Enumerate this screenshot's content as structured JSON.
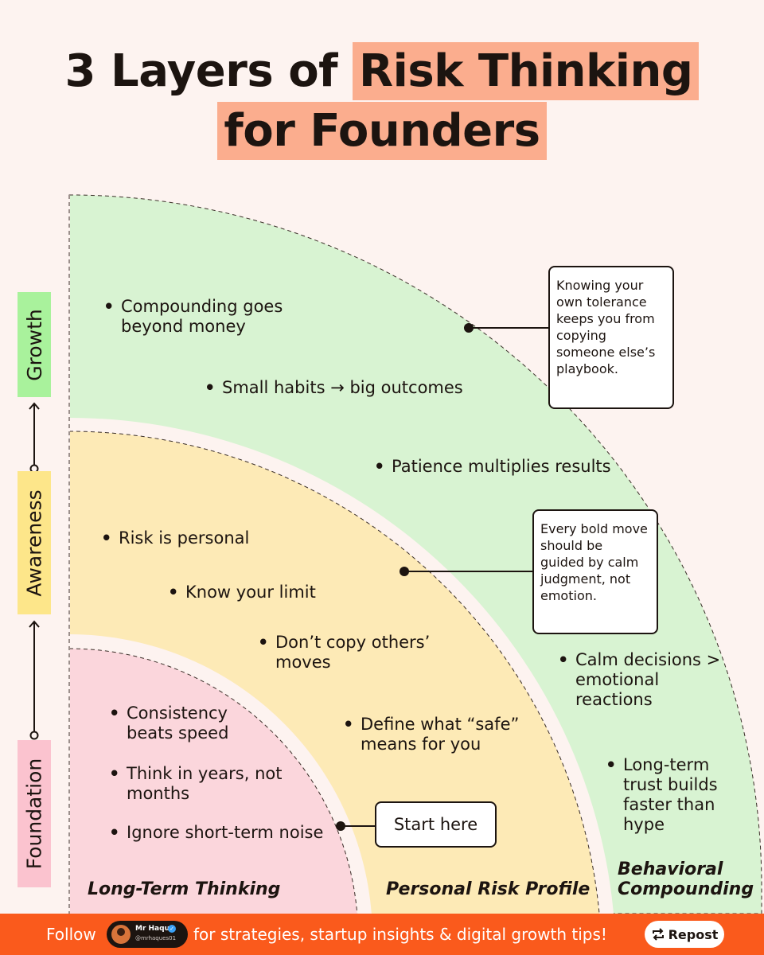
{
  "title": {
    "line1_plain": "3 Layers of",
    "line1_highlight": "Risk Thinking",
    "line2_highlight": "for Founders"
  },
  "side_labels": {
    "growth": "Growth",
    "awareness": "Awareness",
    "foundation": "Foundation"
  },
  "growth": {
    "bullets": [
      "Compounding goes",
      "beyond money",
      "Small habits → big outcomes",
      "Patience multiplies results",
      "Calm decisions >",
      "emotional",
      "reactions",
      "Long-term",
      "trust builds",
      "faster than",
      "hype"
    ],
    "callout": [
      "Knowing your",
      "own tolerance",
      "keeps you from",
      "copying",
      "someone else’s",
      "playbook."
    ],
    "layer_name": [
      "Behavioral",
      "Compounding"
    ]
  },
  "awareness": {
    "bullets": [
      "Risk is personal",
      "Know your limit",
      "Don’t copy others’",
      "moves",
      "Define what “safe”",
      "means for you"
    ],
    "callout": [
      "Every bold move",
      "should be",
      "guided by calm",
      "judgment, not",
      "emotion."
    ],
    "layer_name": "Personal Risk Profile"
  },
  "foundation": {
    "bullets": [
      "Consistency",
      "beats speed",
      "Think in years, not",
      "months",
      "Ignore short-term noise"
    ],
    "start_label": "Start here",
    "layer_name": "Long-Term Thinking"
  },
  "footer": {
    "follow": "Follow",
    "name": "Mr Haque",
    "handle": "@mrhaques01",
    "tagline": "for strategies, startup insights & digital growth tips!",
    "repost": "Repost"
  },
  "colors": {
    "growth": "#d8f3d2",
    "awareness": "#fdeab6",
    "foundation": "#fbd6dc",
    "highlight": "#fbad8e",
    "footer": "#fa5a1c"
  }
}
